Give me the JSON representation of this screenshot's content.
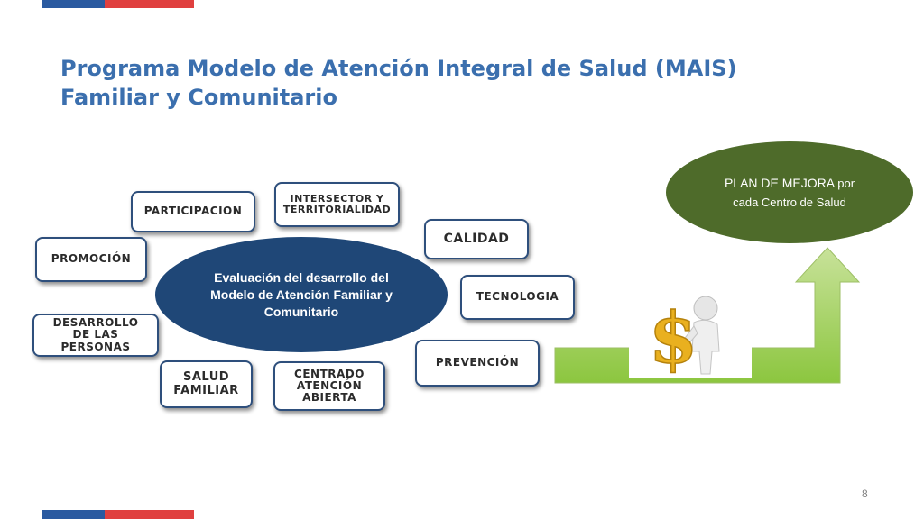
{
  "title": {
    "line1": "Programa Modelo de Atención Integral de Salud (MAIS)",
    "line2": "Familiar y Comunitario"
  },
  "center": {
    "text": "Evaluación del desarrollo del Modelo de Atención Familiar y Comunitario"
  },
  "topics": {
    "participacion": "PARTICIPACION",
    "intersector_1": "INTERSECTOR Y",
    "intersector_2": "TERRITORIALIDAD",
    "calidad": "CALIDAD",
    "promocion": "PROMOCIÓN",
    "tecnologia": "TECNOLOGIA",
    "desarrollo_1": "DESARROLLO",
    "desarrollo_2": "DE LAS",
    "desarrollo_3": "PERSONAS",
    "prevencion": "PREVENCIÓN",
    "salud_1": "SALUD",
    "salud_2": "FAMILIAR",
    "centrado_1": "CENTRADO",
    "centrado_2": "ATENCIÓN",
    "centrado_3": "ABIERTA"
  },
  "plan": {
    "main": "PLAN DE MEJORA",
    "por": "por",
    "sub": "cada Centro de Salud"
  },
  "page_number": "8",
  "colors": {
    "brand_blue": "#2a5aa0",
    "brand_red": "#e0403f",
    "title": "#3b6fae",
    "center_ellipse": "#1f4777",
    "plan_ellipse": "#4e6b2a",
    "arrow_green": "#8cc63f",
    "dollar_gold": "#e9b01f"
  }
}
